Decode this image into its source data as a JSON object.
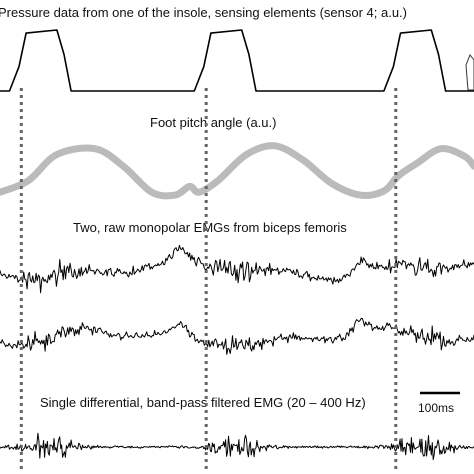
{
  "chart_data": [
    {
      "type": "line",
      "title": "Pressure data from one of the insole, sensing elements (sensor 4; a.u.)",
      "series": [
        {
          "x": [
            0,
            0.02,
            0.04,
            0.055,
            0.12,
            0.135,
            0.15,
            0.2,
            0.39,
            0.41,
            0.43,
            0.445,
            0.51,
            0.525,
            0.54,
            0.6,
            0.79,
            0.81,
            0.83,
            0.845,
            0.91,
            0.925,
            0.94,
            0.98,
            1.0
          ],
          "y": [
            0,
            0,
            0.4,
            0.95,
            1,
            0.6,
            0,
            0,
            0,
            0,
            0.4,
            0.95,
            1,
            0.6,
            0,
            0,
            0,
            0,
            0.4,
            0.95,
            1,
            0.6,
            0,
            0,
            0
          ]
        }
      ],
      "color": "#000000"
    },
    {
      "type": "line",
      "title": "Foot pitch angle (a.u.)",
      "series": [
        {
          "x": [
            0,
            0.06,
            0.12,
            0.2,
            0.26,
            0.32,
            0.37,
            0.4,
            0.42,
            0.46,
            0.52,
            0.58,
            0.64,
            0.7,
            0.76,
            0.81,
            0.84,
            0.88,
            0.93,
            0.98,
            1.0
          ],
          "y": [
            0.1,
            0.3,
            0.75,
            0.85,
            0.55,
            0.1,
            0.05,
            0.2,
            0.1,
            0.3,
            0.75,
            0.9,
            0.65,
            0.25,
            0.05,
            0.12,
            0.38,
            0.6,
            0.85,
            0.72,
            0.55
          ]
        }
      ],
      "color": "#bbbbbb"
    },
    {
      "type": "line",
      "title": "Two, raw monopolar EMGs from biceps femoris",
      "series": [
        {
          "name": "",
          "trace": "noise"
        },
        {
          "name": "",
          "trace": "noise"
        }
      ],
      "color": "#000000"
    },
    {
      "type": "line",
      "title": "Single differential, band-pass filtered EMG (20 – 400 Hz)",
      "series": [
        {
          "trace": "bursts"
        }
      ],
      "color": "#000000"
    }
  ],
  "gait_markers": [
    0.045,
    0.435,
    0.835
  ],
  "scale_bar": {
    "label": "100ms"
  }
}
